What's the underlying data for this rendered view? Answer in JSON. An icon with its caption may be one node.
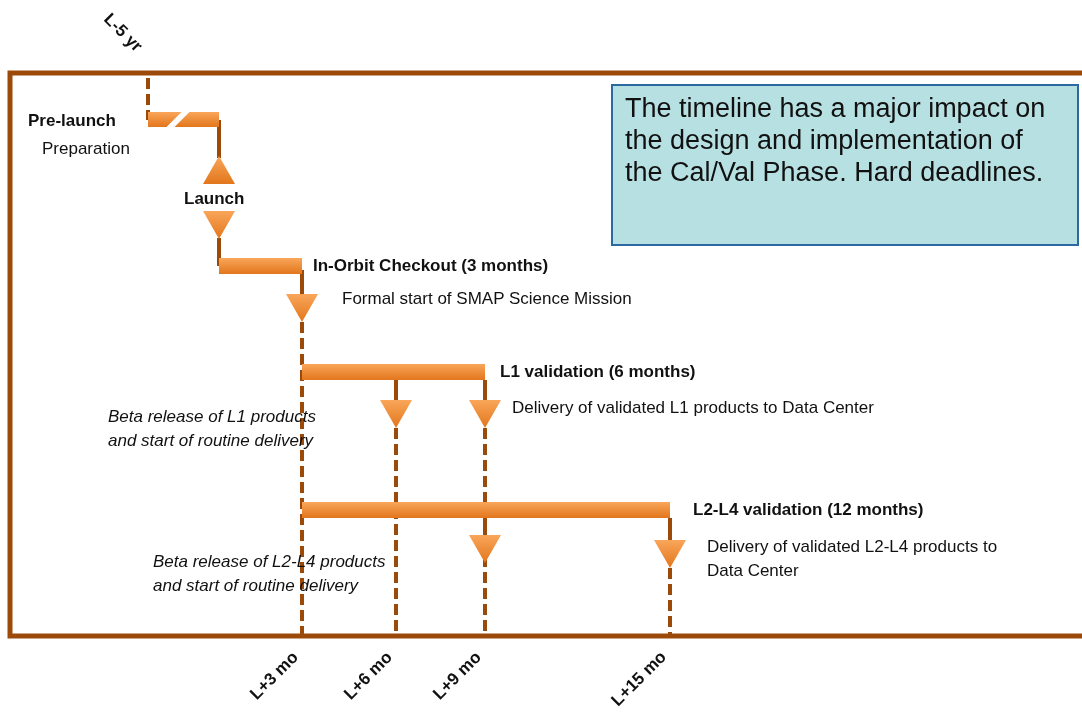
{
  "diagram": {
    "nodes": [
      {
        "text": [
          "The timeline has a major impact on the design and implementation of the Cal/Val Phase. Hard deadlines."
        ]
      },
      {
        "text": [
          "Pre-launch",
          "Preparation"
        ]
      },
      {
        "text": [
          "In-Orbit Checkout (3 months)"
        ]
      },
      {
        "text": [
          "L1 validation (6 months)"
        ]
      },
      {
        "text": [
          "L2-L4 validation (12 months)"
        ]
      }
    ],
    "labels": [
      "L-5 yr",
      "Launch",
      "Formal start of SMAP Science Mission",
      "Beta release of L1 products and start of routine delivery",
      "Delivery of validated L1 products to Data Center",
      "Beta release of L2-L4 products and start of routine delivery",
      "Delivery of validated L2-L4 products to Data Center",
      "L+3 mo",
      "L+6 mo",
      "L+9 mo",
      "L+15 mo"
    ]
  }
}
